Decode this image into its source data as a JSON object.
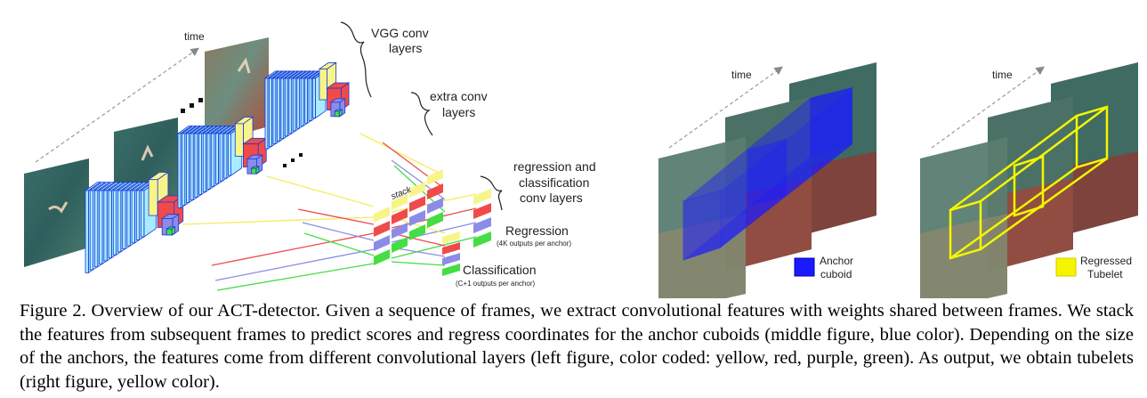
{
  "left_diagram": {
    "time_label": "time",
    "vgg_label": [
      "VGG conv",
      "layers"
    ],
    "extra_label": [
      "extra conv",
      "layers"
    ],
    "stack_label": "stack",
    "regcls_label": [
      "regression and",
      "classification",
      "conv layers"
    ],
    "regression_label": "Regression",
    "regression_sub": "(4K outputs per anchor)",
    "classification_label": "Classification",
    "classification_sub": "(C+1 outputs per anchor)"
  },
  "middle_diagram": {
    "time_label": "time",
    "legend_label": [
      "Anchor",
      "cuboid"
    ]
  },
  "right_diagram": {
    "time_label": "time",
    "legend_label": [
      "Regressed",
      "Tubelet"
    ]
  },
  "colors": {
    "conv_block": "#a8ecff",
    "yellow": "#f7f58a",
    "red": "#f04a4a",
    "purple": "#8c8ce8",
    "green": "#44dd44",
    "anchor_blue": "#1a1aff",
    "tubelet_yellow": "#f5f500"
  },
  "caption": "Figure 2. Overview of our ACT-detector. Given a sequence of frames, we extract convolutional features with weights shared between frames. We stack the features from subsequent frames to predict scores and regress coordinates for the anchor cuboids (middle figure, blue color). Depending on the size of the anchors, the features come from different convolutional layers (left figure, color coded: yellow, red, purple, green). As output, we obtain tubelets (right figure, yellow color)."
}
